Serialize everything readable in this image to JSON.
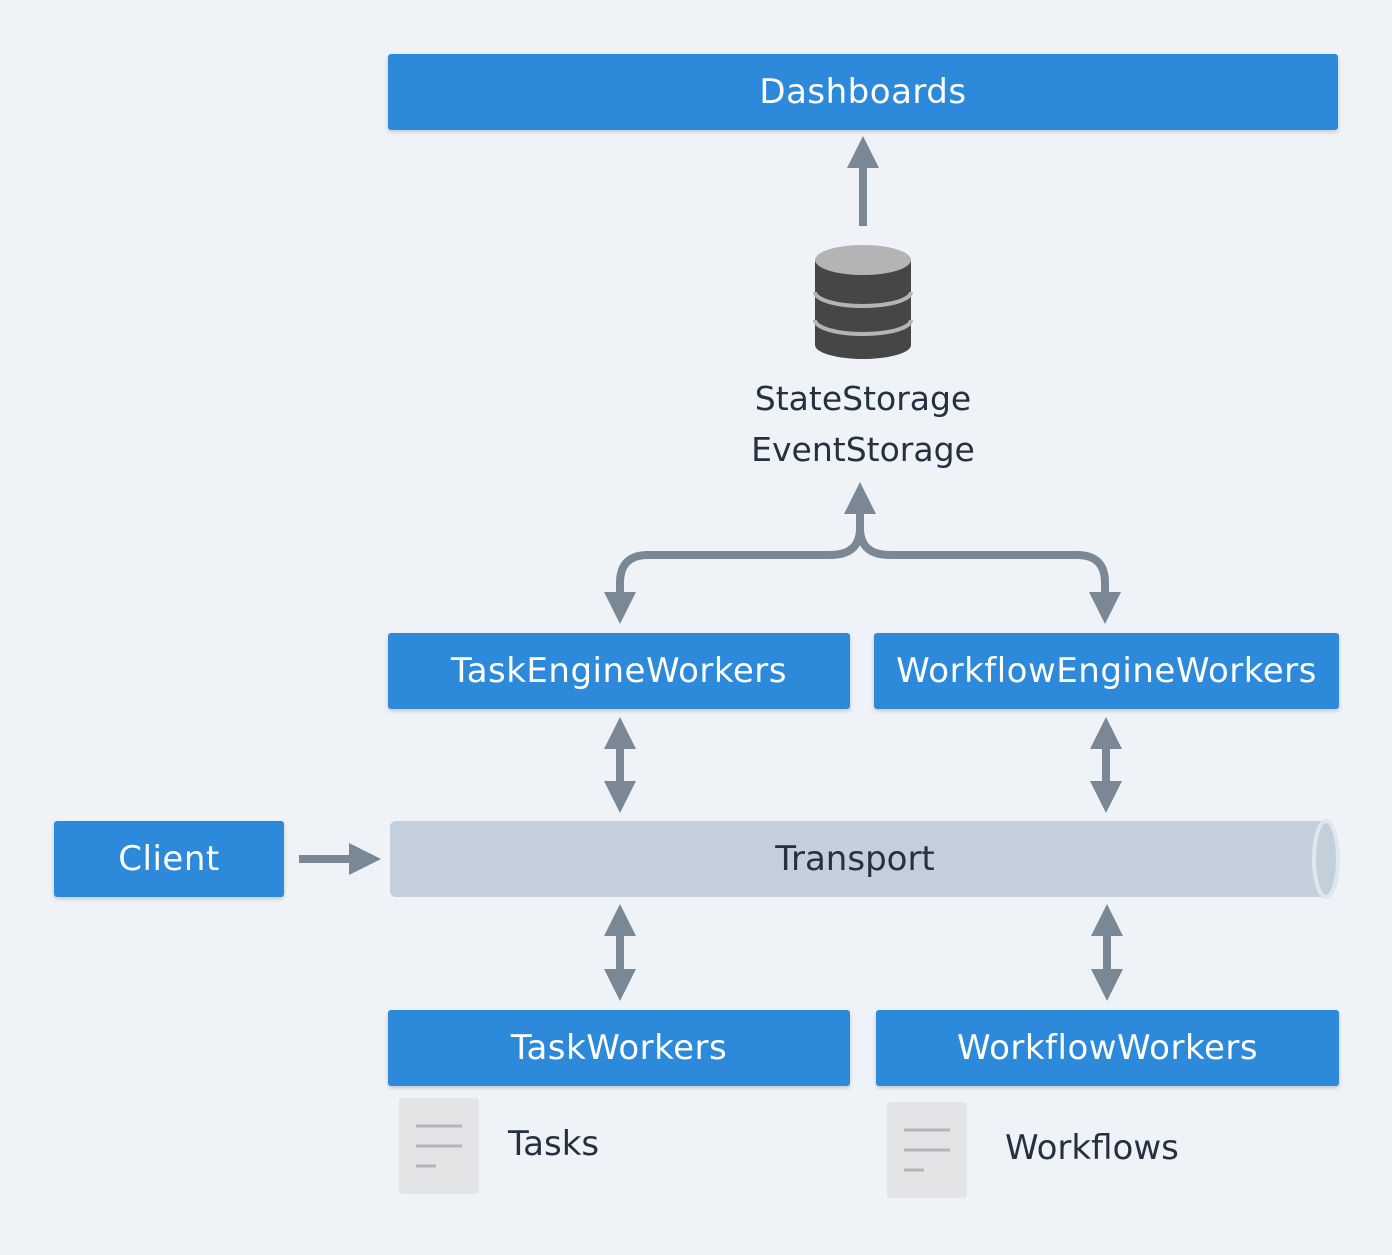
{
  "nodes": {
    "dashboards": "Dashboards",
    "storage_line_1": "StateStorage",
    "storage_line_2": "EventStorage",
    "task_engine_workers": "TaskEngineWorkers",
    "workflow_engine_workers": "WorkflowEngineWorkers",
    "client": "Client",
    "transport": "Transport",
    "task_workers": "TaskWorkers",
    "workflow_workers": "WorkflowWorkers",
    "tasks": "Tasks",
    "workflows": "Workflows"
  },
  "icons": {
    "storage": "database-icon",
    "tasks": "document-icon",
    "workflows": "document-icon"
  },
  "colors": {
    "box": "#2d89da",
    "arrow": "#7a8795",
    "transport": "#c3cfda",
    "background": "#eff3f7"
  }
}
